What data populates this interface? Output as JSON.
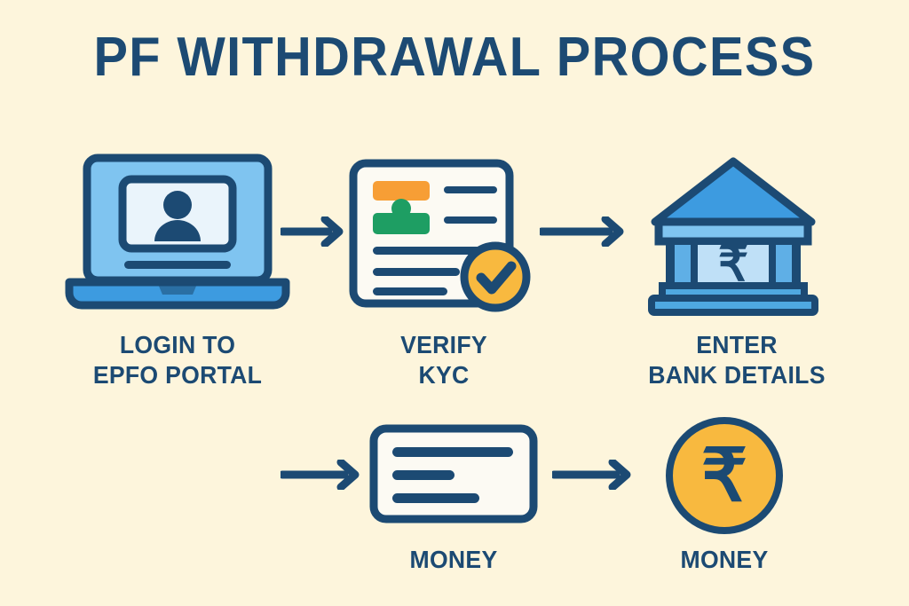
{
  "poster": {
    "title": "PF WITHDRAWAL PROCESS",
    "background_color": "#FDF5DC",
    "navy": "#1C4A73",
    "blue_mid": "#3D9BE0",
    "blue_light": "#7FC4F0",
    "blue_pale": "#BFE0F7",
    "amber": "#F8B93F",
    "saffron": "#F79E35",
    "green": "#1E9E63",
    "paper": "#FCFAF3"
  },
  "steps": [
    {
      "id": "login",
      "icon": "laptop-user-icon",
      "label_lines": [
        "LOGIN TO",
        "EPFO PORTAL"
      ],
      "label": "LOGIN TO EPFO PORTAL"
    },
    {
      "id": "kyc",
      "icon": "kyc-document-icon",
      "label_lines": [
        "VERIFY",
        "KYC"
      ],
      "label": "VERIFY KYC"
    },
    {
      "id": "bank",
      "icon": "bank-rupee-icon",
      "label_lines": [
        "ENTER",
        "BANK DETAILS"
      ],
      "label": "ENTER BANK DETAILS"
    },
    {
      "id": "claim",
      "icon": "money-card-icon",
      "label_lines": [
        "MONEY"
      ],
      "label": "MONEY"
    },
    {
      "id": "payout",
      "icon": "rupee-coin-icon",
      "label_lines": [
        "MONEY"
      ],
      "label": "MONEY"
    }
  ],
  "connectors": [
    {
      "id": "arrow-1",
      "direction": "right"
    },
    {
      "id": "arrow-2",
      "direction": "right"
    },
    {
      "id": "arrow-3",
      "direction": "right"
    },
    {
      "id": "arrow-4",
      "direction": "right"
    }
  ],
  "symbols": {
    "rupee": "₹",
    "check": "✓"
  }
}
